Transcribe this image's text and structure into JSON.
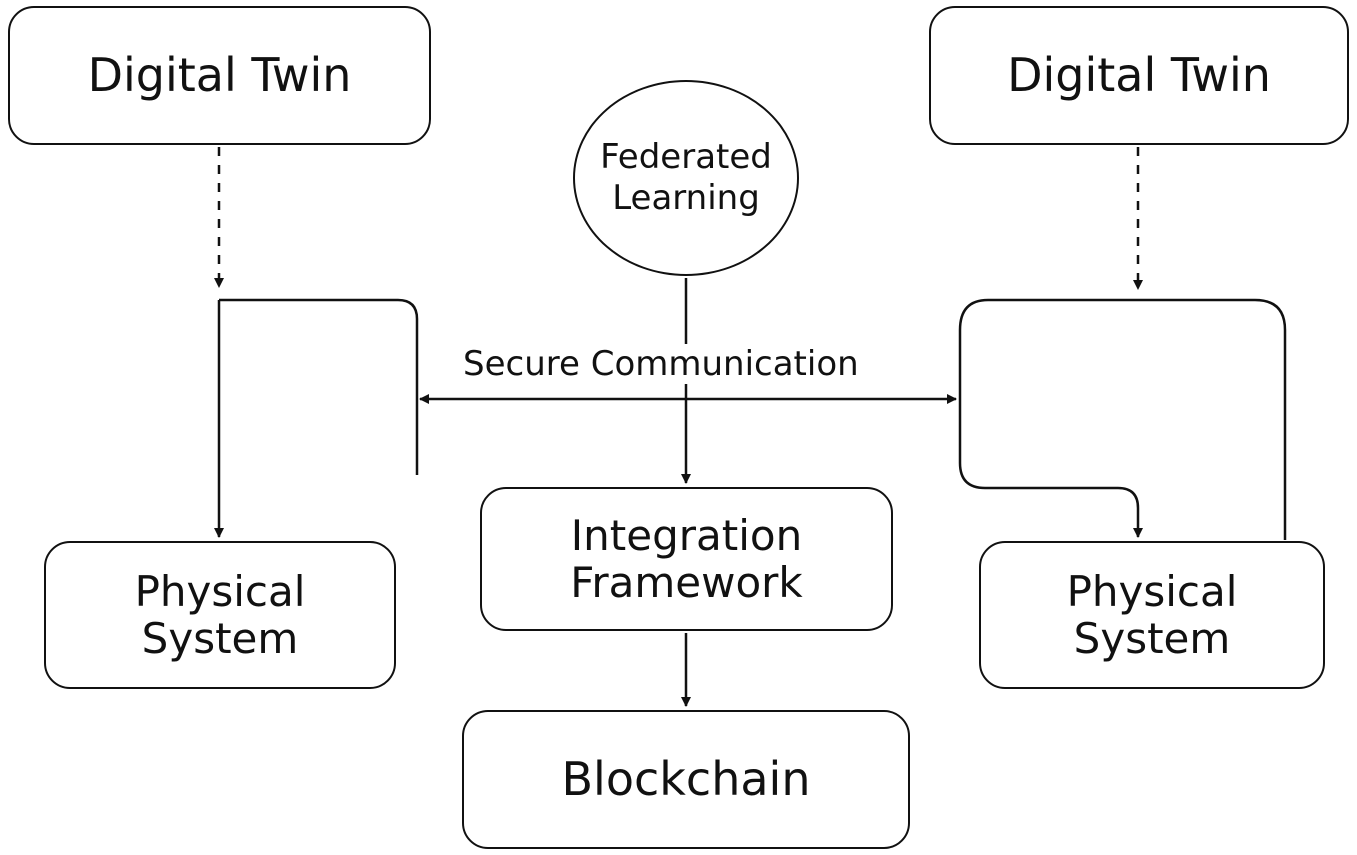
{
  "diagram": {
    "nodes": {
      "digital_twin_left": "Digital Twin",
      "digital_twin_right": "Digital Twin",
      "federated_learning": [
        "Federated",
        "Learning"
      ],
      "physical_system_left": [
        "Physical",
        "System"
      ],
      "physical_system_right": [
        "Physical",
        "System"
      ],
      "integration_framework": [
        "Integration",
        "Framework"
      ],
      "blockchain": "Blockchain"
    },
    "edge_labels": {
      "secure_communication": "Secure Communication"
    },
    "edges": [
      {
        "from": "digital_twin_left",
        "to": "physical_system_left",
        "style": "dashed-then-solid"
      },
      {
        "from": "digital_twin_right",
        "to": "physical_system_right",
        "style": "dashed-then-solid"
      },
      {
        "from": "left_bracket",
        "to": "right_bracket",
        "style": "bidirectional",
        "label": "Secure Communication"
      },
      {
        "from": "federated_learning",
        "to": "integration_framework",
        "style": "solid"
      },
      {
        "from": "integration_framework",
        "to": "blockchain",
        "style": "solid"
      }
    ]
  }
}
